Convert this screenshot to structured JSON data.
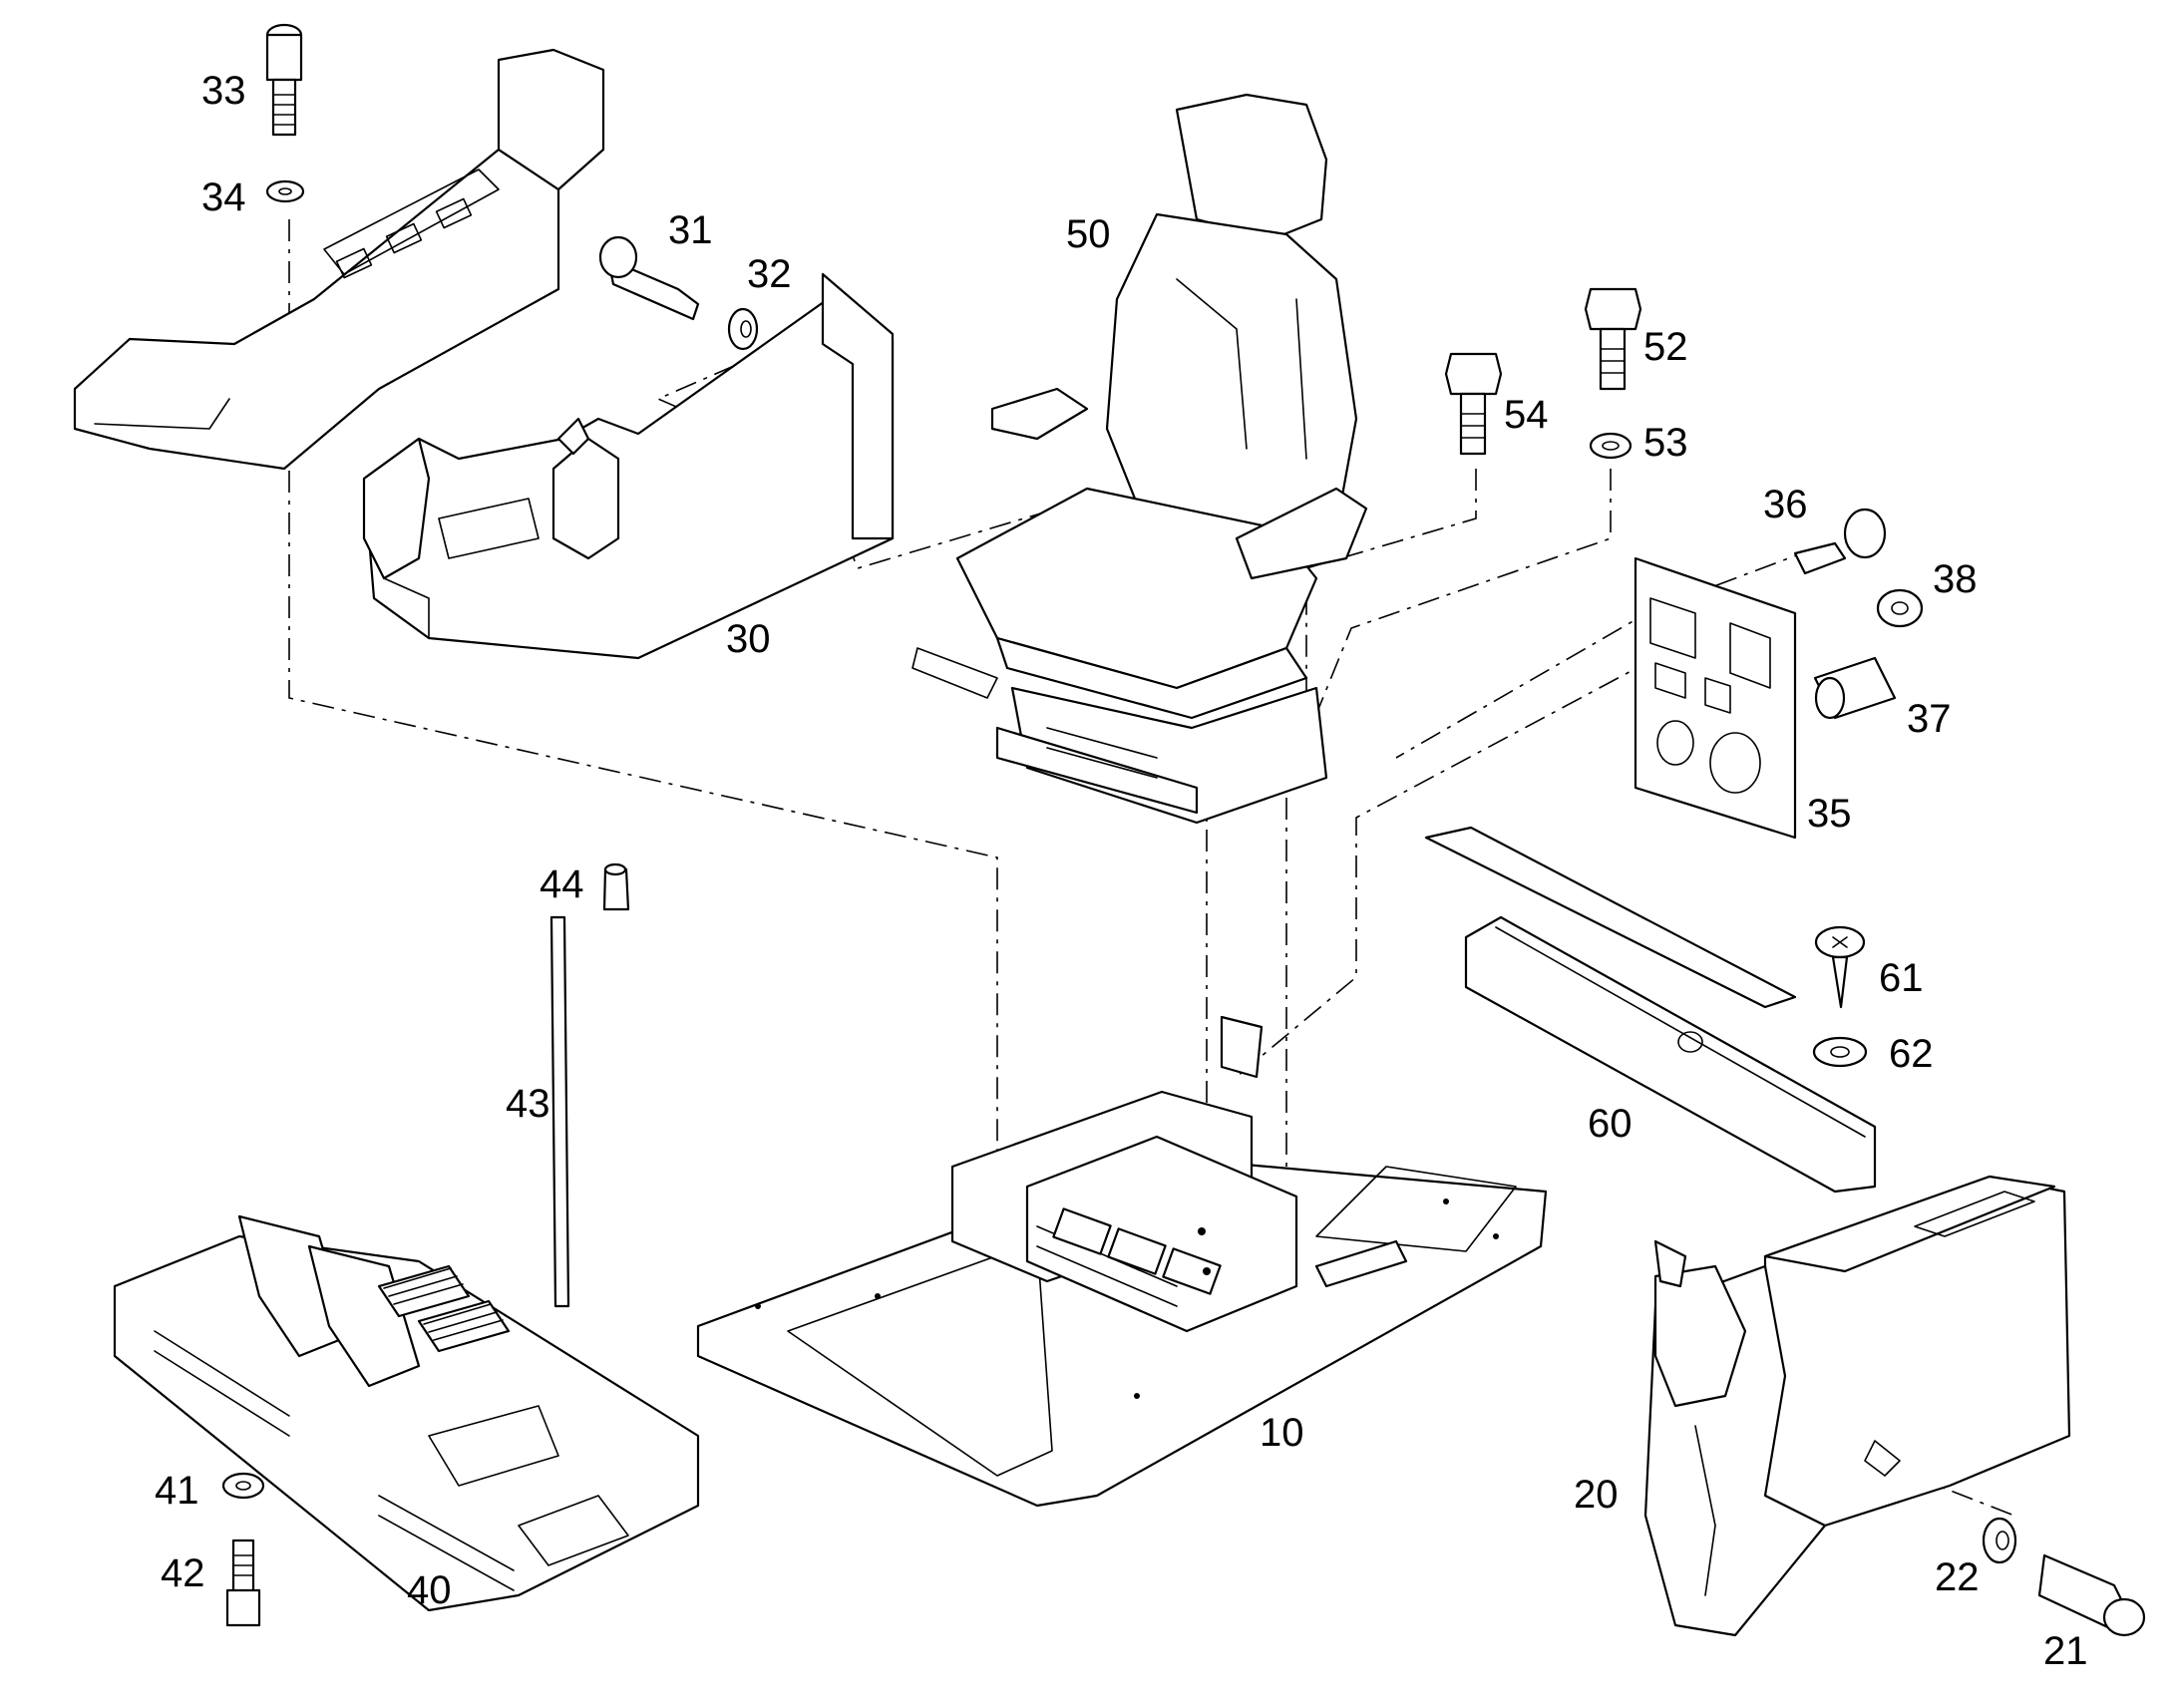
{
  "diagram": {
    "colors": {
      "line": "#000000",
      "background": "#ffffff"
    },
    "callouts": {
      "c10": "10",
      "c20": "20",
      "c21": "21",
      "c22": "22",
      "c30": "30",
      "c31": "31",
      "c32": "32",
      "c33": "33",
      "c34": "34",
      "c35": "35",
      "c36": "36",
      "c37": "37",
      "c38": "38",
      "c40": "40",
      "c41": "41",
      "c42": "42",
      "c43": "43",
      "c44": "44",
      "c50": "50",
      "c52": "52",
      "c53": "53",
      "c54": "54",
      "c60": "60",
      "c61": "61",
      "c62": "62"
    }
  }
}
